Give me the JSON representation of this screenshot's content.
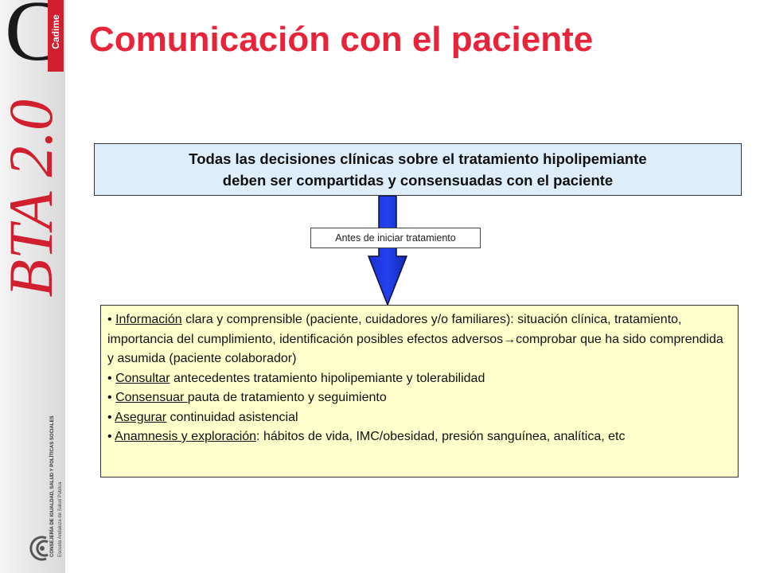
{
  "brand": {
    "logo_letter": "C",
    "logo_word": "Cadime",
    "series": "BTA 2.0",
    "org_line1": "Escuela Andaluza de Salud Pública",
    "org_line2": "CONSEJERÍA DE IGUALDAD, SALUD Y POLÍTICAS SOCIALES",
    "seal_icon": "junta-andalucia-seal-icon",
    "accent_color": "#d11f2f"
  },
  "title": "Comunicación con el paciente",
  "top_box": {
    "line1": "Todas las decisiones clínicas sobre el tratamiento hipolipemiante",
    "line2": "deben ser compartidas y consensuadas con el paciente"
  },
  "arrow_label": "Antes de iniciar tratamiento",
  "bullets": [
    {
      "bullet": "•",
      "key": "Información",
      "rest": " clara y comprensible (paciente, cuidadores y/o familiares): situación clínica, tratamiento, importancia del cumplimiento, identificación posibles efectos adversos→comprobar que ha sido comprendida y asumida (paciente colaborador)"
    },
    {
      "bullet": "•",
      "key": "Consultar",
      "rest": " antecedentes tratamiento hipolipemiante y tolerabilidad"
    },
    {
      "bullet": "•",
      "key": "Consensuar ",
      "rest": "pauta de tratamiento y seguimiento"
    },
    {
      "bullet": "•",
      "key": "Asegurar",
      "rest": " continuidad asistencial"
    },
    {
      "bullet": "•",
      "key": "Anamnesis y exploración",
      "rest": ": hábitos de vida, IMC/obesidad, presión sanguínea, analítica, etc"
    }
  ]
}
